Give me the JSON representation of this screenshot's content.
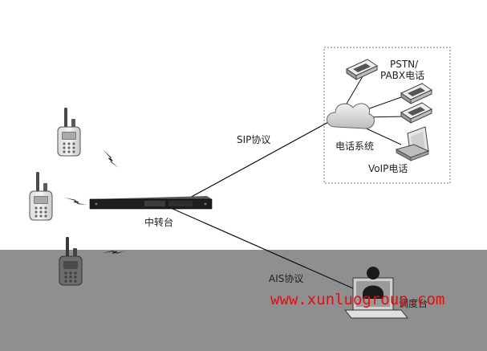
{
  "diagram": {
    "labels": {
      "relay": "中转台",
      "sip": "SIP协议",
      "ais": "AIS协议",
      "pstn_line1": "PSTN/",
      "pstn_line2": "PABX电话",
      "phone_system": "电话系统",
      "voip": "VoIP电话",
      "dispatch": "调度台"
    },
    "watermark": "www.xunluogroup.com",
    "colors": {
      "ground": "#8f8f8f",
      "line": "#111111",
      "watermark": "#e01010",
      "box_border": "#777777"
    }
  }
}
